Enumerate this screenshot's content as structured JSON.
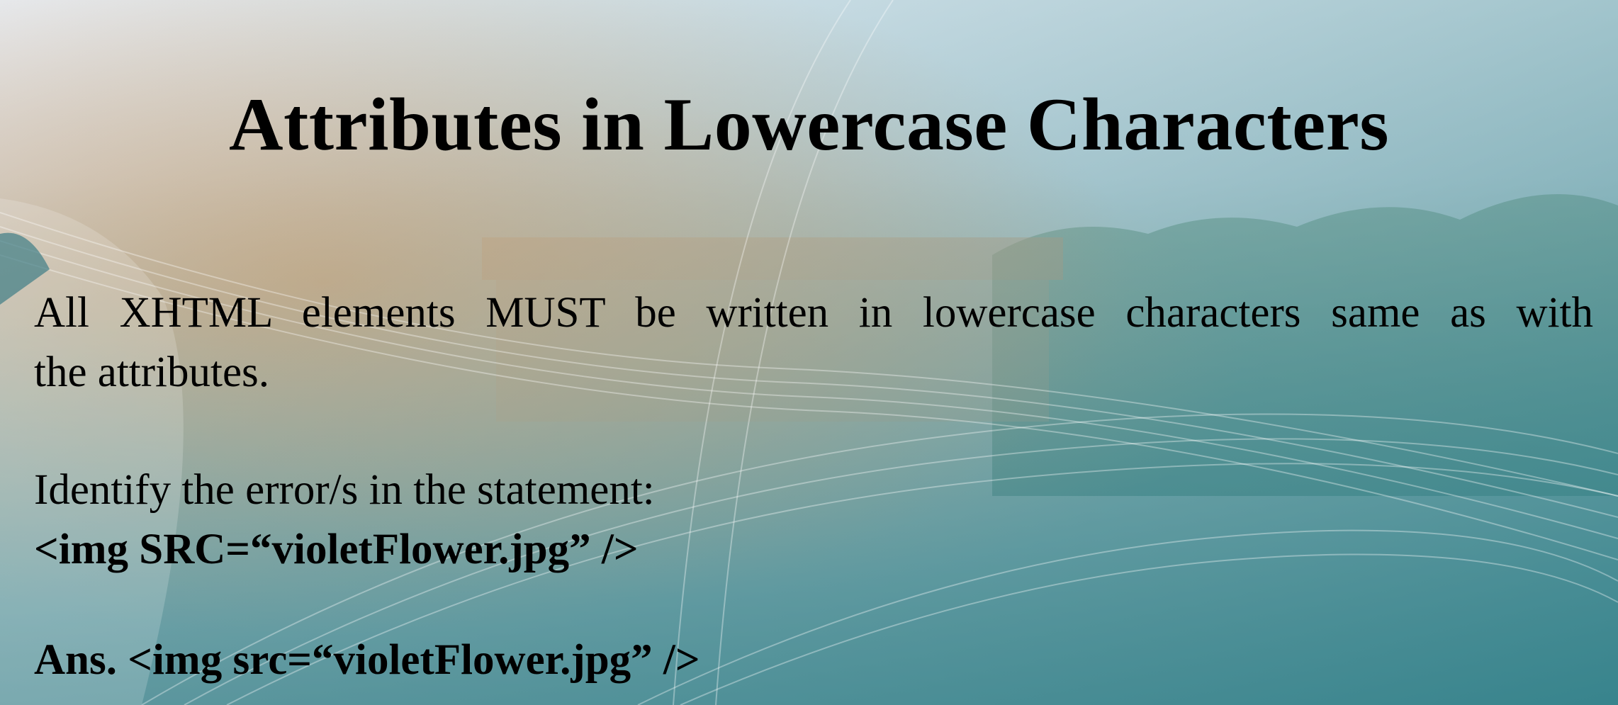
{
  "slide": {
    "title": "Attributes in Lowercase Characters",
    "paragraph_line1": "All XHTML elements MUST be written in lowercase characters same as with",
    "paragraph_line2": "the attributes.",
    "question": "Identify the error/s in the statement:",
    "code_example": "<img SRC=“violetFlower.jpg” />",
    "answer": "Ans. <img src=“violetFlower.jpg” />"
  },
  "colors": {
    "text": "#000000",
    "sky": "#dfe8f1",
    "warm_glow": "#e6a66e",
    "teal": "#4d8f96"
  }
}
